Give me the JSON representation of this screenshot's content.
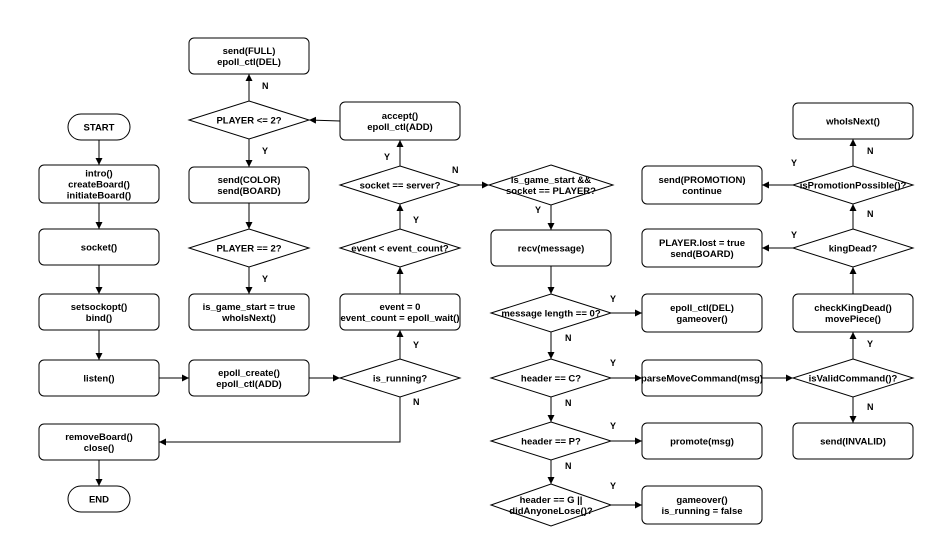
{
  "nodes": {
    "start": {
      "lines": [
        "START"
      ]
    },
    "intro": {
      "lines": [
        "intro()",
        "createBoard()",
        "initiateBoard()"
      ]
    },
    "socket": {
      "lines": [
        "socket()"
      ]
    },
    "setsockopt": {
      "lines": [
        "setsockopt()",
        "bind()"
      ]
    },
    "listen": {
      "lines": [
        "listen()"
      ]
    },
    "removeBoard": {
      "lines": [
        "removeBoard()",
        "close()"
      ]
    },
    "end": {
      "lines": [
        "END"
      ]
    },
    "sendFull": {
      "lines": [
        "send(FULL)",
        "epoll_ctl(DEL)"
      ]
    },
    "playerLe2": {
      "lines": [
        "PLAYER <= 2?"
      ]
    },
    "sendColor": {
      "lines": [
        "send(COLOR)",
        "send(BOARD)"
      ]
    },
    "playerEq2": {
      "lines": [
        "PLAYER == 2?"
      ]
    },
    "gameStart": {
      "lines": [
        "is_game_start = true",
        "whoIsNext()"
      ]
    },
    "epollCreate": {
      "lines": [
        "epoll_create()",
        "epoll_ctl(ADD)"
      ]
    },
    "accept": {
      "lines": [
        "accept()",
        "epoll_ctl(ADD)"
      ]
    },
    "socketServer": {
      "lines": [
        "socket == server?"
      ]
    },
    "eventLt": {
      "lines": [
        "event < event_count?"
      ]
    },
    "eventInit": {
      "lines": [
        "event = 0",
        "event_count = epoll_wait()"
      ]
    },
    "isRunning": {
      "lines": [
        "is_running?"
      ]
    },
    "isGameStart": {
      "lines": [
        "is_game_start &&",
        "socket == PLAYER?"
      ]
    },
    "recv": {
      "lines": [
        "recv(message)"
      ]
    },
    "msgLen": {
      "lines": [
        "message length == 0?"
      ]
    },
    "headerC": {
      "lines": [
        "header == C?"
      ]
    },
    "headerP": {
      "lines": [
        "header == P?"
      ]
    },
    "headerG": {
      "lines": [
        "header == G ||",
        "didAnyoneLose()?"
      ]
    },
    "epollDel": {
      "lines": [
        "epoll_ctl(DEL)",
        "gameover()"
      ]
    },
    "parseMove": {
      "lines": [
        "parseMoveCommand(msg)"
      ]
    },
    "promote": {
      "lines": [
        "promote(msg)"
      ]
    },
    "gameover": {
      "lines": [
        "gameover()",
        "is_running = false"
      ]
    },
    "whoIsNext": {
      "lines": [
        "whoIsNext()"
      ]
    },
    "sendPromotion": {
      "lines": [
        "send(PROMOTION)",
        "continue"
      ]
    },
    "isPromotion": {
      "lines": [
        "isPromotionPossible()?"
      ]
    },
    "playerLost": {
      "lines": [
        "PLAYER.lost = true",
        "send(BOARD)"
      ]
    },
    "kingDead": {
      "lines": [
        "kingDead?"
      ]
    },
    "checkKing": {
      "lines": [
        "checkKingDead()",
        "movePiece()"
      ]
    },
    "isValid": {
      "lines": [
        "isValidCommand()?"
      ]
    },
    "sendInvalid": {
      "lines": [
        "send(INVALID)"
      ]
    }
  },
  "edge_labels": {
    "yes": "Y",
    "no": "N"
  }
}
